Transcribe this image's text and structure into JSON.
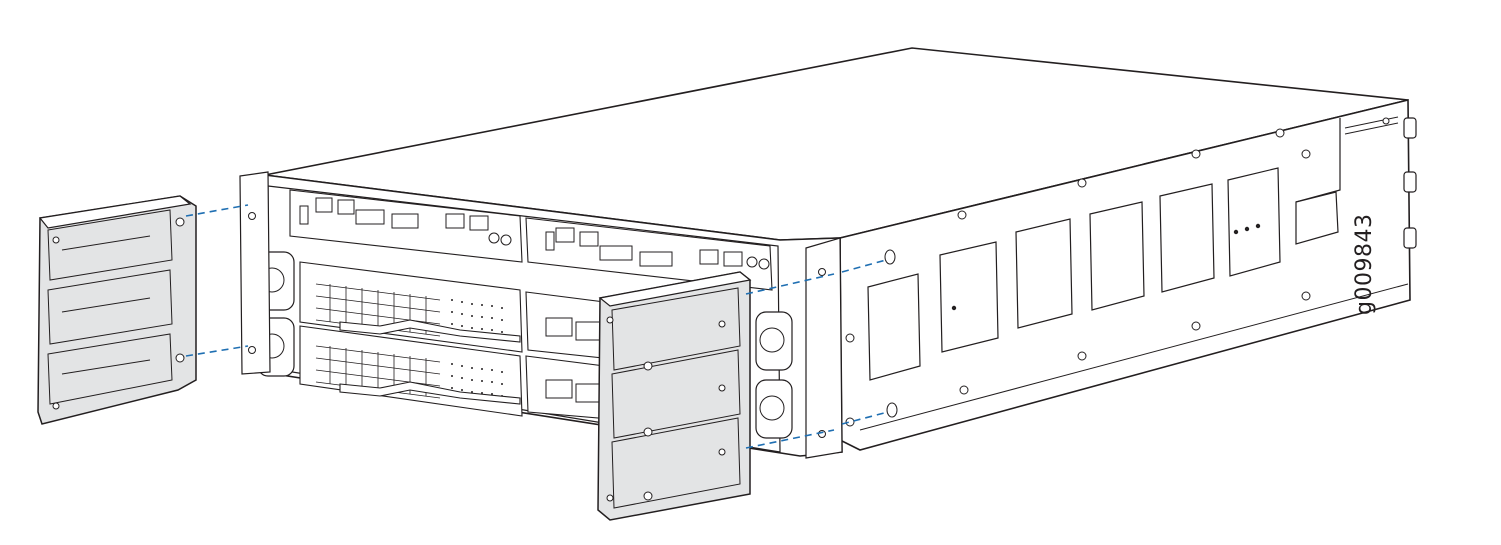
{
  "figure_id": "g009843",
  "colors": {
    "line": "#231f20",
    "bracket_fill": "#e3e4e5",
    "guide_dash": "#1f6fb2",
    "background": "#ffffff"
  },
  "parts": [
    "chassis",
    "left-front-mounting-bracket",
    "right-front-mounting-bracket",
    "routing-engine-modules",
    "line-card-modules",
    "fan-tray-handles",
    "side-vent-cutouts",
    "mounting-screws"
  ]
}
